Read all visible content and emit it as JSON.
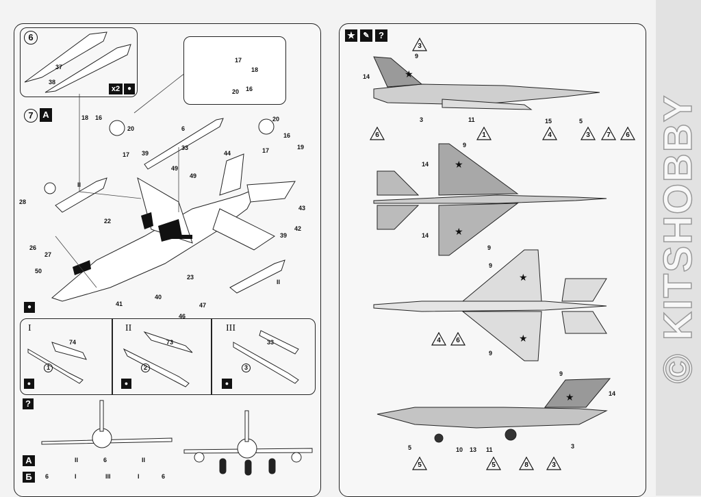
{
  "left_page": {
    "step6": {
      "number": "6",
      "multiplier": "x2",
      "icon": "glue-drop-icon",
      "parts": [
        "37",
        "38"
      ]
    },
    "inset_parts": [
      "17",
      "18",
      "20",
      "16"
    ],
    "step7": {
      "number": "7",
      "variant": "A",
      "icon": "glue-drop-icon"
    },
    "step7_parts": [
      "18",
      "16",
      "20",
      "17",
      "6",
      "33",
      "39",
      "20",
      "16",
      "17",
      "19",
      "44",
      "49",
      "49",
      "28",
      "II",
      "22",
      "43",
      "42",
      "26",
      "27",
      "39",
      "50",
      "23",
      "41",
      "40",
      "46",
      "47",
      "II"
    ],
    "weapons": [
      {
        "roman": "I",
        "part": "74",
        "circled": "1"
      },
      {
        "roman": "II",
        "part": "73",
        "circled": "2"
      },
      {
        "roman": "III",
        "part": "33",
        "circled": "3"
      }
    ],
    "loadout": {
      "header_icon": "question-icon",
      "header": "?",
      "row_a": {
        "label": "А",
        "stations": [
          "II",
          "6",
          "II"
        ]
      },
      "row_b": {
        "label": "Б",
        "stations": [
          "6",
          "I",
          "III",
          "I",
          "6"
        ]
      }
    }
  },
  "right_page": {
    "header_icons": [
      "star-icon",
      "brush-icon",
      "question-icon"
    ],
    "header_question": "?",
    "side_view_top": {
      "numbers": [
        "9",
        "14",
        "3",
        "11",
        "15",
        "5"
      ],
      "triangles": [
        "3",
        "6",
        "1",
        "4",
        "3",
        "7",
        "6"
      ]
    },
    "top_view": {
      "numbers": [
        "9",
        "14",
        "14",
        "9"
      ],
      "triangles": []
    },
    "bottom_view": {
      "numbers": [
        "9",
        "9"
      ],
      "triangles": [
        "4",
        "6"
      ]
    },
    "side_view_bottom": {
      "numbers": [
        "9",
        "14",
        "5",
        "10",
        "13",
        "11",
        "3"
      ],
      "triangles": [
        "5",
        "5",
        "8",
        "3"
      ]
    }
  },
  "watermark": "© KITSHOBBY"
}
